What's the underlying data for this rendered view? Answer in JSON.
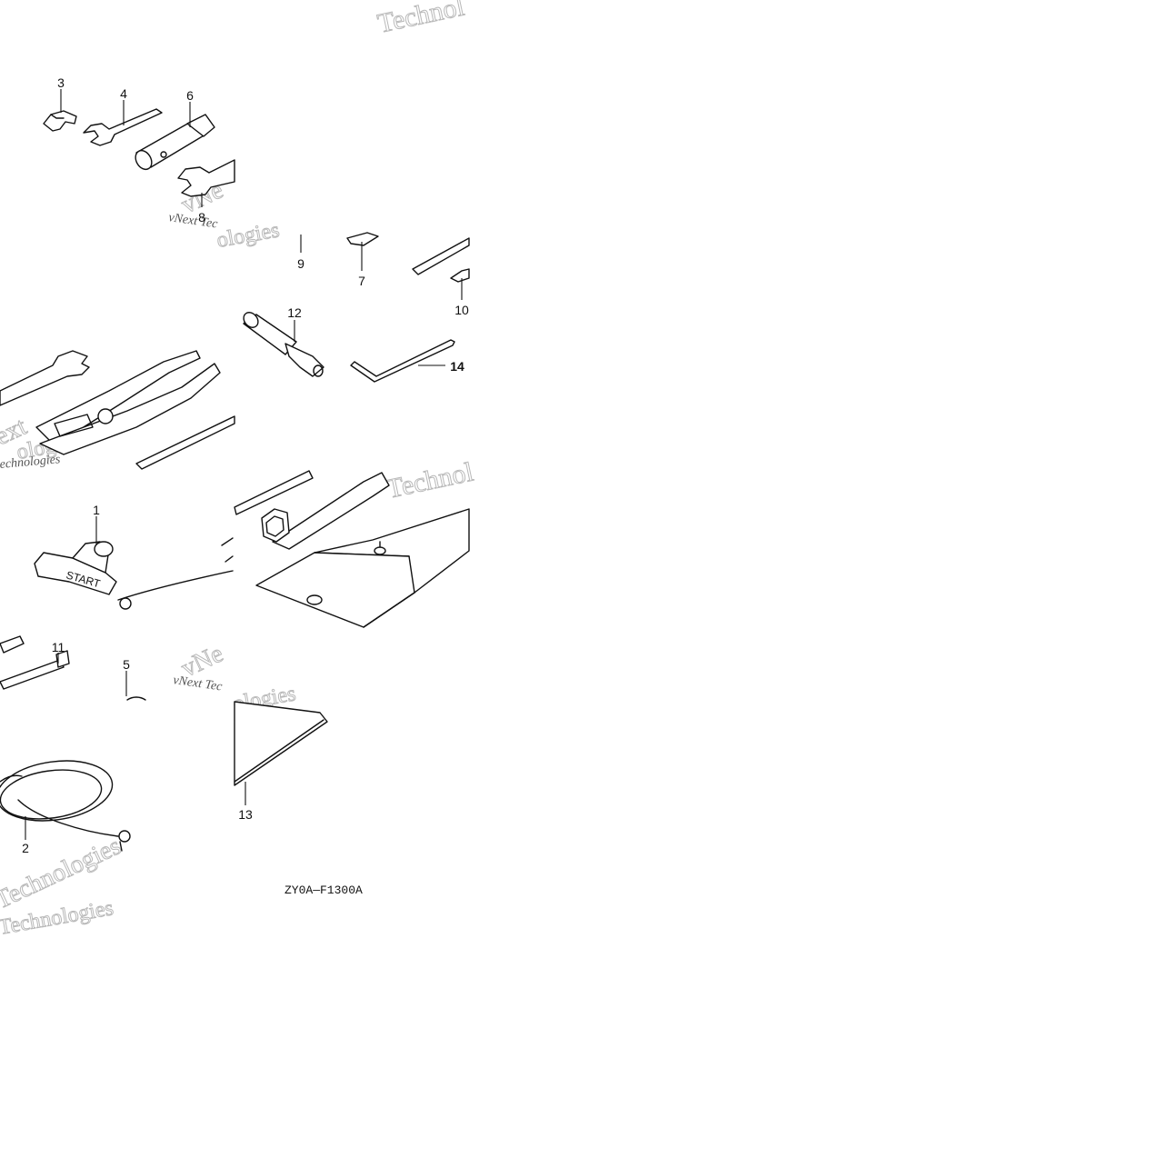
{
  "diagram": {
    "drawing_code": "ZY0A—F1300A",
    "watermark_brand": "vNext Tec",
    "watermark_brand_2": "vNext Tec",
    "watermark_word": "Technol",
    "watermark_word_2": "Technol",
    "watermark_word_3": "Technologies",
    "watermark_word_4": "Technologies",
    "watermark_word_5": "echnologies",
    "watermark_ext": "ext",
    "watermark_ologies": "ologies",
    "watermark_ologies_2": "ologies",
    "watermark_ologies_3": "ologies",
    "watermark_vne": "vNe",
    "watermark_vne_2": "vNe",
    "start_text": "START",
    "callouts": {
      "c1": "1",
      "c2": "2",
      "c3": "3",
      "c4": "4",
      "c5": "5",
      "c6": "6",
      "c7": "7",
      "c8": "8",
      "c9": "9",
      "c10": "10",
      "c11": "11",
      "c12": "12",
      "c13": "13",
      "c14": "14"
    }
  }
}
